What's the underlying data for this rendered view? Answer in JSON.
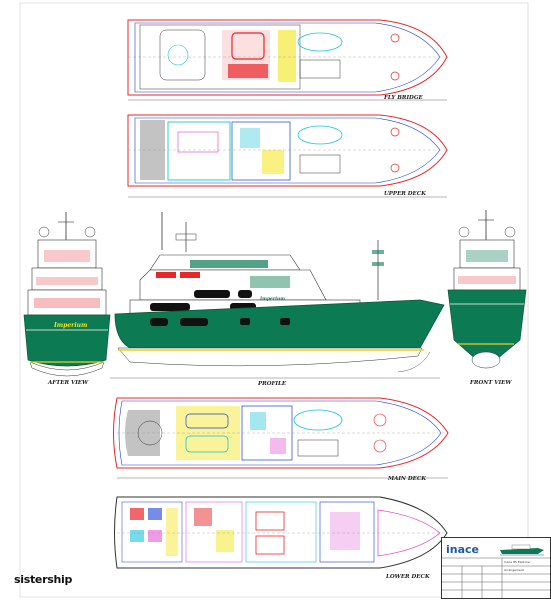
{
  "labels": {
    "fly_bridge": "FLY BRIDGE",
    "upper_deck": "UPPER DECK",
    "after_view": "AFTER VIEW",
    "front_view": "FRONT VIEW",
    "profile": "PROFILE",
    "main_deck": "MAIN DECK",
    "lower_deck": "LOWER DECK"
  },
  "hull_names": {
    "stern": "Imperium",
    "profile": "Imperium"
  },
  "brand": "sistership",
  "title_block": {
    "logo": "inace",
    "model": "Inace 85 Explorer",
    "design": "Arrangement"
  },
  "colors": {
    "hull_green": "#0c7a52",
    "plan_red": "#e8262a",
    "plan_blue": "#1b3fd6",
    "plan_cyan": "#19c4d8",
    "plan_magenta": "#e03ad0",
    "plan_yellow": "#f4e51c",
    "waterline_yellow": "#e6d020"
  }
}
